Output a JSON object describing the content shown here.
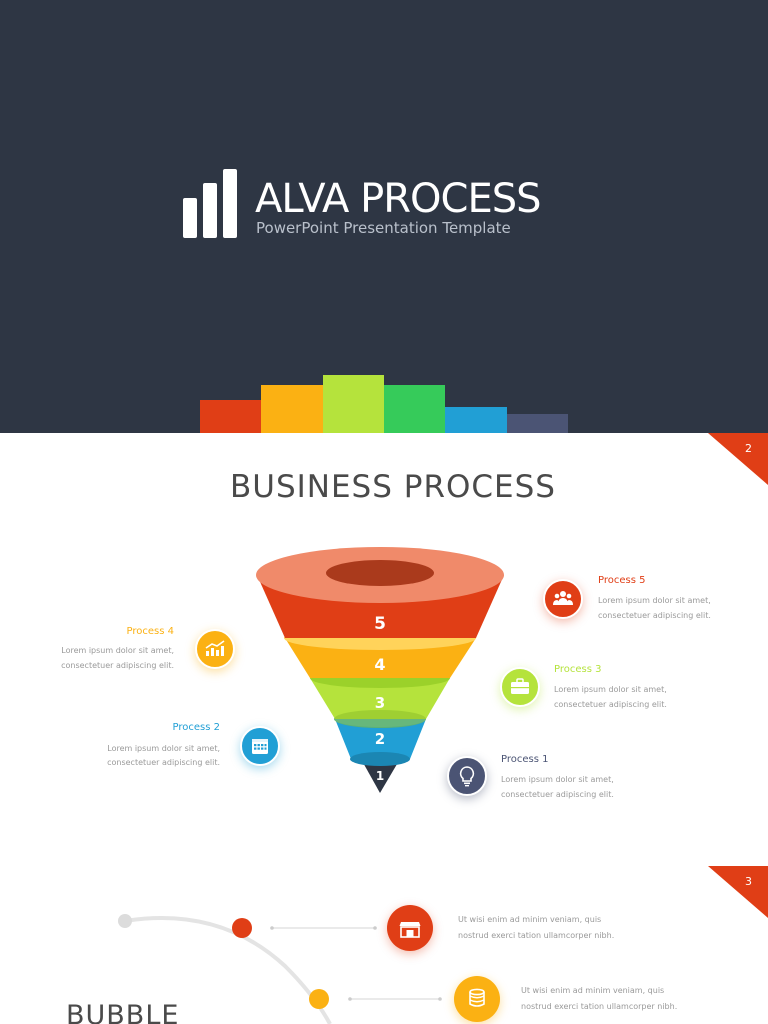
{
  "colors": {
    "dark_bg": "#2e3644",
    "red": "#e03e16",
    "orange": "#fbb113",
    "lime": "#b5e33c",
    "green": "#36cb5a",
    "blue": "#219fd5",
    "slate": "#4b5474"
  },
  "slide1": {
    "title": "ALVA PROCESS",
    "subtitle": "PowerPoint Presentation Template",
    "logo_icon": "bar-chart-icon",
    "color_blocks": [
      {
        "color": "#e03e16"
      },
      {
        "color": "#fbb113"
      },
      {
        "color": "#b5e33c"
      },
      {
        "color": "#36cb5a"
      },
      {
        "color": "#219fd5"
      },
      {
        "color": "#4b5474"
      }
    ]
  },
  "slide2": {
    "page_number": "2",
    "title": "BUSINESS PROCESS",
    "funnel_levels": [
      "5",
      "4",
      "3",
      "2",
      "1"
    ],
    "processes": [
      {
        "label": "Process 5",
        "desc_1": "Lorem ipsum dolor sit amet,",
        "desc_2": "consectetuer adipiscing elit.",
        "color": "#e03e16",
        "icon": "team-icon"
      },
      {
        "label": "Process 4",
        "desc_1": "Lorem ipsum dolor sit amet,",
        "desc_2": "consectetuer adipiscing elit.",
        "color": "#fbb113",
        "icon": "chart-up-icon"
      },
      {
        "label": "Process 3",
        "desc_1": "Lorem ipsum dolor sit amet,",
        "desc_2": "consectetuer adipiscing elit.",
        "color": "#b5e33c",
        "icon": "briefcase-icon"
      },
      {
        "label": "Process 2",
        "desc_1": "Lorem ipsum dolor sit amet,",
        "desc_2": "consectetuer adipiscing elit.",
        "color": "#219fd5",
        "icon": "calendar-icon"
      },
      {
        "label": "Process 1",
        "desc_1": "Lorem ipsum dolor sit amet,",
        "desc_2": "consectetuer adipiscing elit.",
        "color": "#4b5474",
        "icon": "lightbulb-icon"
      }
    ]
  },
  "slide3": {
    "page_number": "3",
    "title": "BUBBLE",
    "items": [
      {
        "desc_1": "Ut wisi enim ad minim veniam, quis",
        "desc_2": "nostrud exerci tation ullamcorper nibh.",
        "color": "#e03e16",
        "icon": "store-icon"
      },
      {
        "desc_1": "Ut wisi enim ad minim veniam, quis",
        "desc_2": "nostrud exerci tation ullamcorper nibh.",
        "color": "#fbb113",
        "icon": "database-icon"
      }
    ]
  }
}
